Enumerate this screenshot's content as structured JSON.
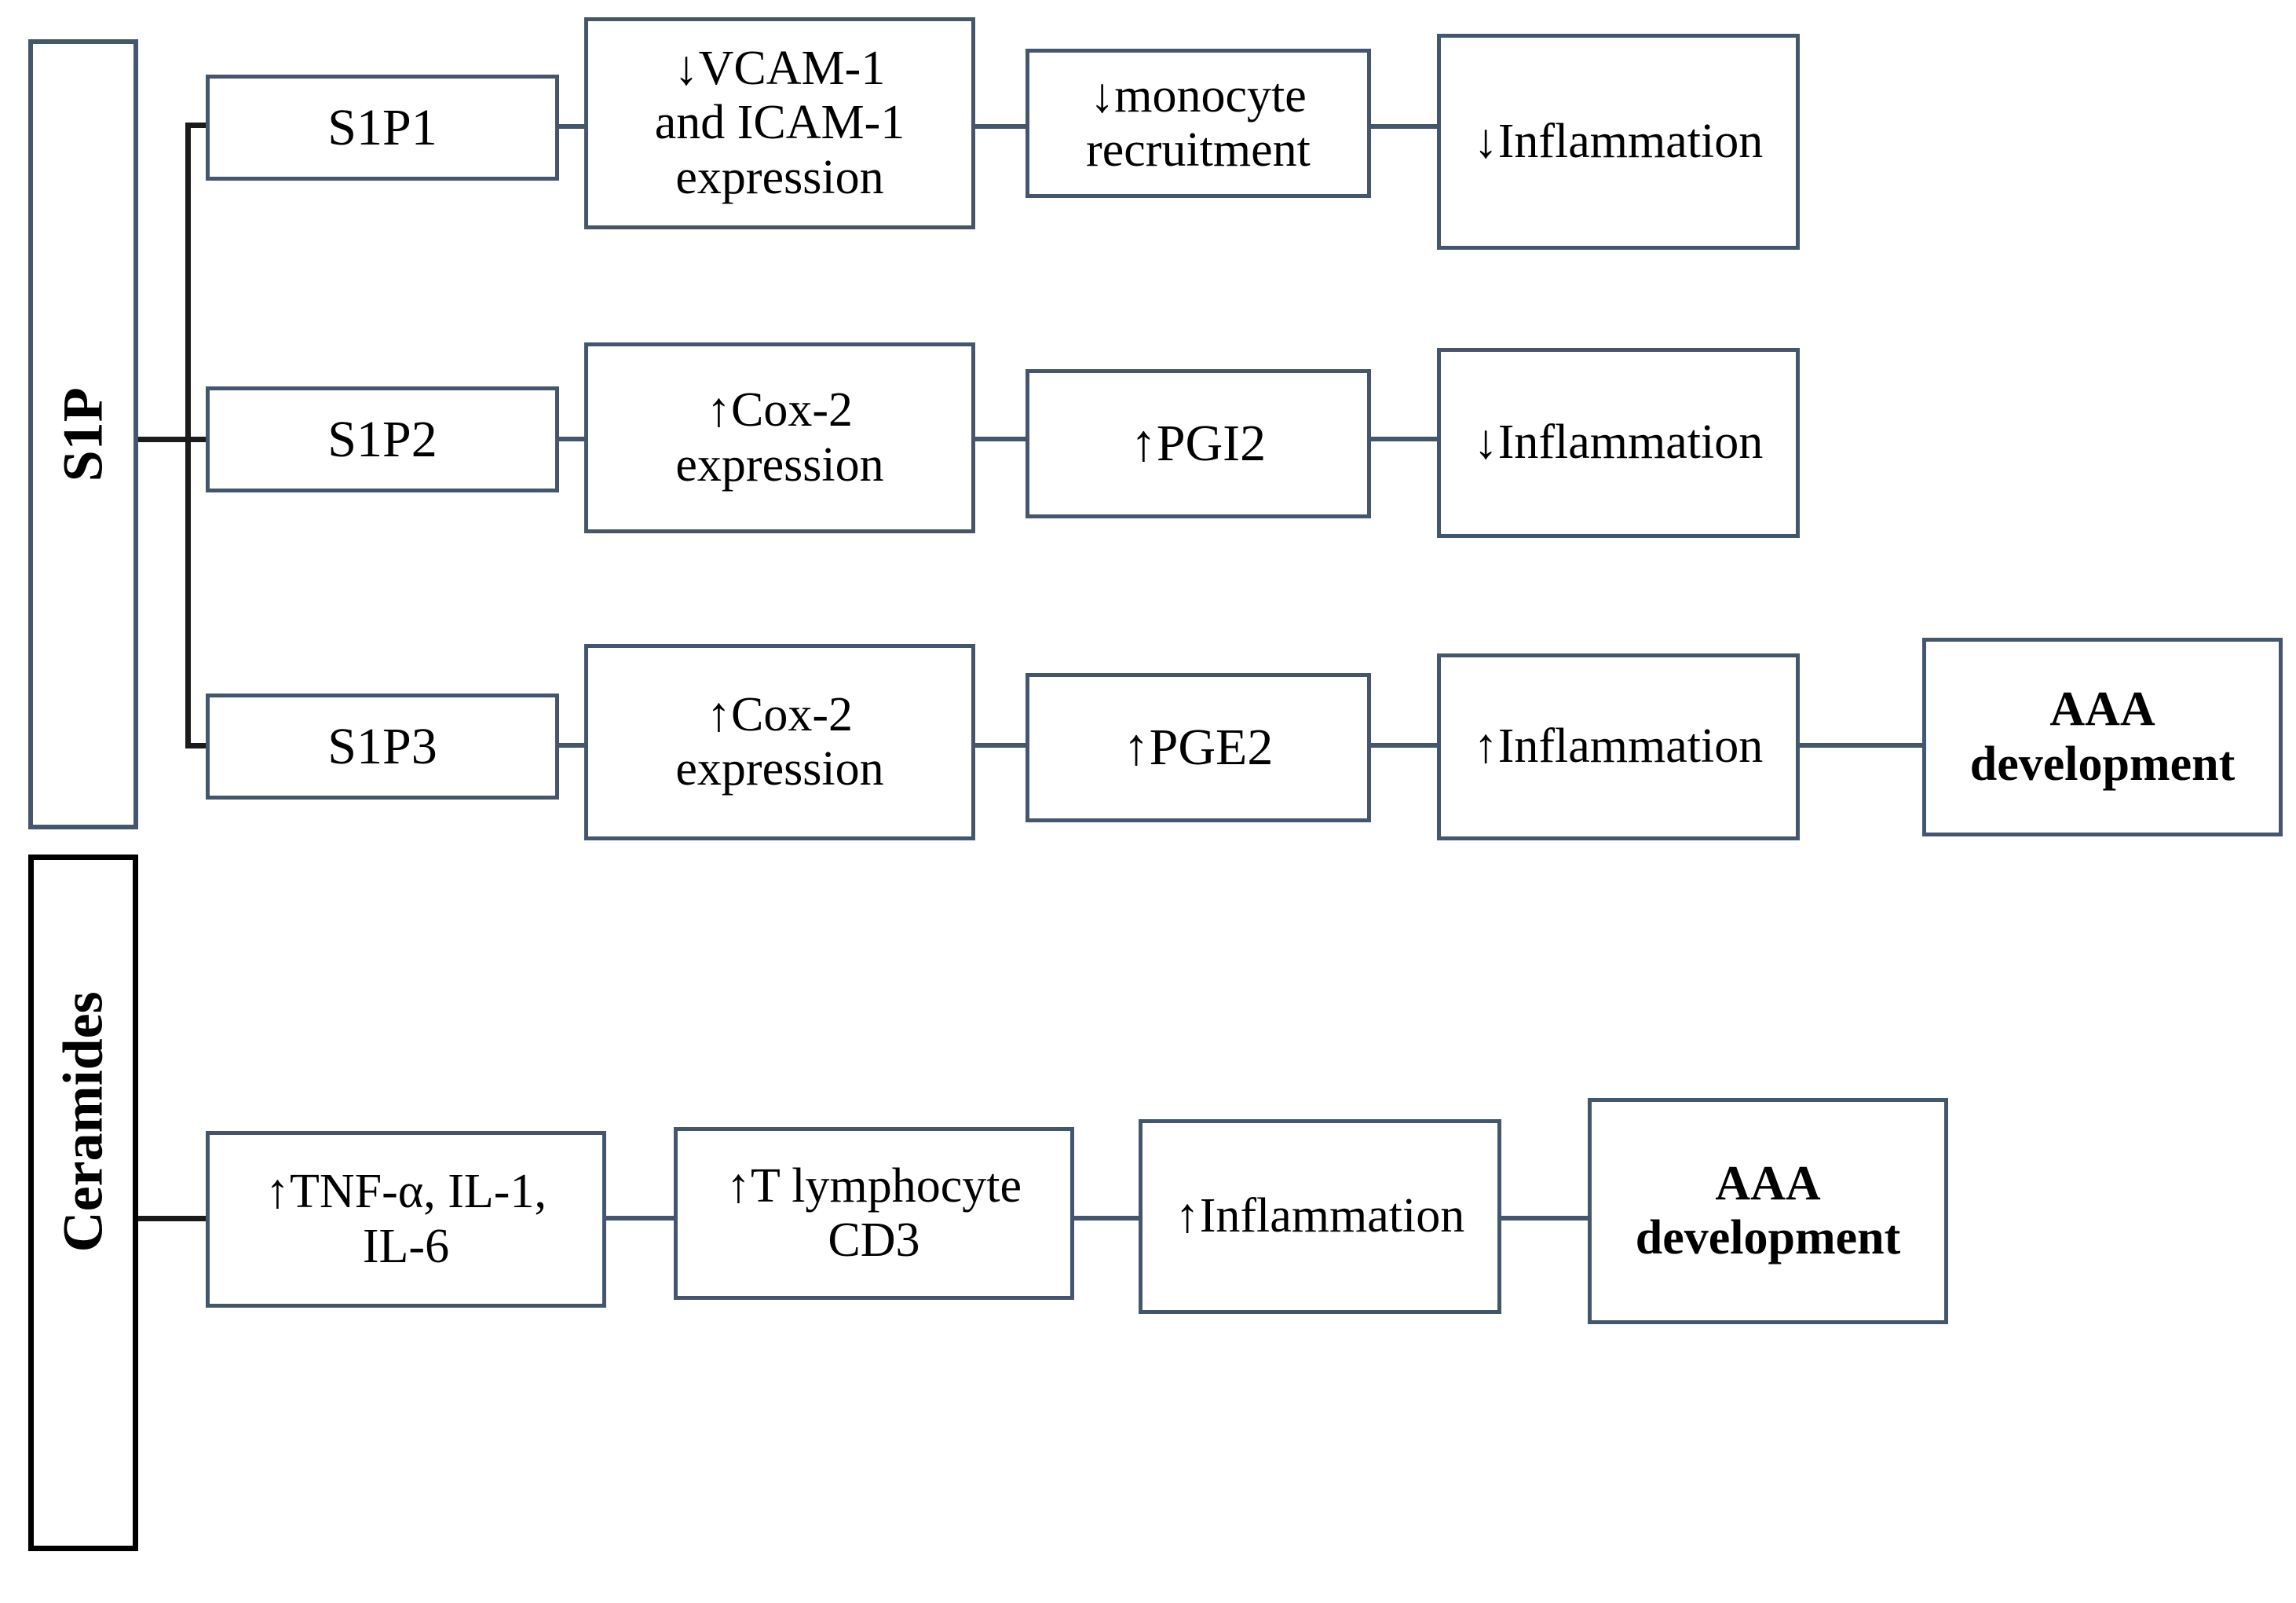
{
  "figure": {
    "kind": "flow-diagram",
    "background_color": "#ffffff",
    "box_border_color": "#44556e",
    "branch_line_color": "#1b1b1b",
    "text_color": "#000000"
  },
  "groups": [
    {
      "id": "s1p",
      "label": "S1P",
      "border_color": "#44556e"
    },
    {
      "id": "ceramides",
      "label": "Ceramides",
      "border_color": "#000000"
    }
  ],
  "rows": [
    {
      "id": "s1p1-row",
      "group": "s1p",
      "nodes": [
        {
          "id": "s1p1",
          "label": "S1P1",
          "bold": false
        },
        {
          "id": "vcam-icam",
          "label": "↓VCAM-1\nand ICAM-1\nexpression",
          "bold": false
        },
        {
          "id": "monocyte-recruitment",
          "label": "↓monocyte\nrecruitment",
          "bold": false
        },
        {
          "id": "inflammation-down-1",
          "label": "↓Inflammation",
          "bold": false
        }
      ]
    },
    {
      "id": "s1p2-row",
      "group": "s1p",
      "nodes": [
        {
          "id": "s1p2",
          "label": "S1P2",
          "bold": false
        },
        {
          "id": "cox2-up-1",
          "label": "↑Cox-2\nexpression",
          "bold": false
        },
        {
          "id": "pgi2-up",
          "label": "↑PGI2",
          "bold": false
        },
        {
          "id": "inflammation-down-2",
          "label": "↓Inflammation",
          "bold": false
        }
      ]
    },
    {
      "id": "s1p3-row",
      "group": "s1p",
      "nodes": [
        {
          "id": "s1p3",
          "label": "S1P3",
          "bold": false
        },
        {
          "id": "cox2-up-2",
          "label": "↑Cox-2\nexpression",
          "bold": false
        },
        {
          "id": "pge2-up",
          "label": "↑PGE2",
          "bold": false
        },
        {
          "id": "inflammation-up-1",
          "label": "↑Inflammation",
          "bold": false
        },
        {
          "id": "aaa-development-1",
          "label": "AAA\ndevelopment",
          "bold": true
        }
      ]
    },
    {
      "id": "ceramides-row",
      "group": "ceramides",
      "nodes": [
        {
          "id": "cytokines-up",
          "label": "↑TNF-α, IL-1,\nIL-6",
          "bold": false
        },
        {
          "id": "t-lymphocyte-cd3-up",
          "label": "↑T lymphocyte\nCD3",
          "bold": false
        },
        {
          "id": "inflammation-up-2",
          "label": "↑Inflammation",
          "bold": false
        },
        {
          "id": "aaa-development-2",
          "label": "AAA\ndevelopment",
          "bold": true
        }
      ]
    }
  ]
}
